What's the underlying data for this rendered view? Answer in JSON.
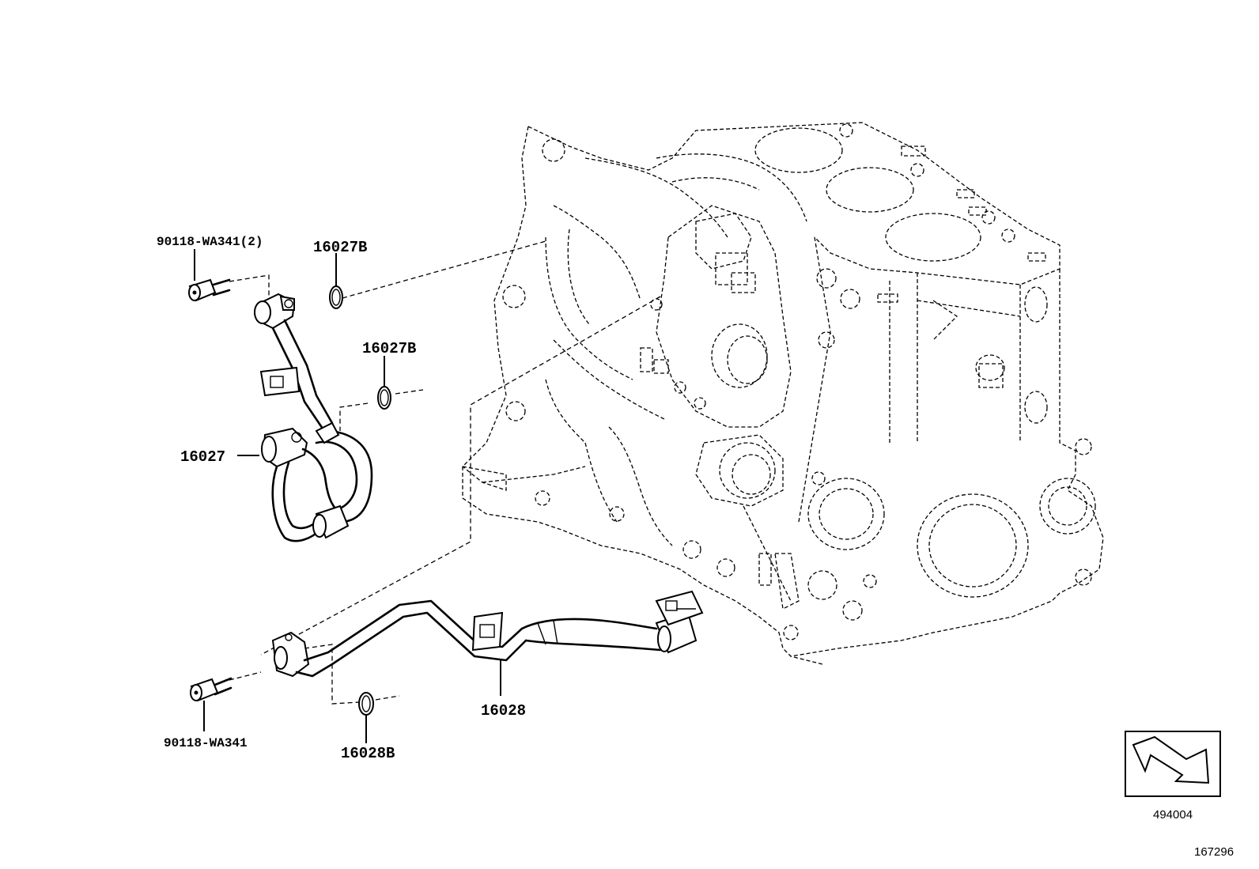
{
  "diagram": {
    "labels": {
      "bolt_upper": "90118-WA341(2)",
      "ring_upper_1": "16027B",
      "ring_upper_2": "16027B",
      "hose_upper": "16027",
      "hose_lower": "16028",
      "bolt_lower": "90118-WA341",
      "ring_lower": "16028B"
    },
    "orientation_ref": "494004",
    "figure_id": "167296"
  }
}
